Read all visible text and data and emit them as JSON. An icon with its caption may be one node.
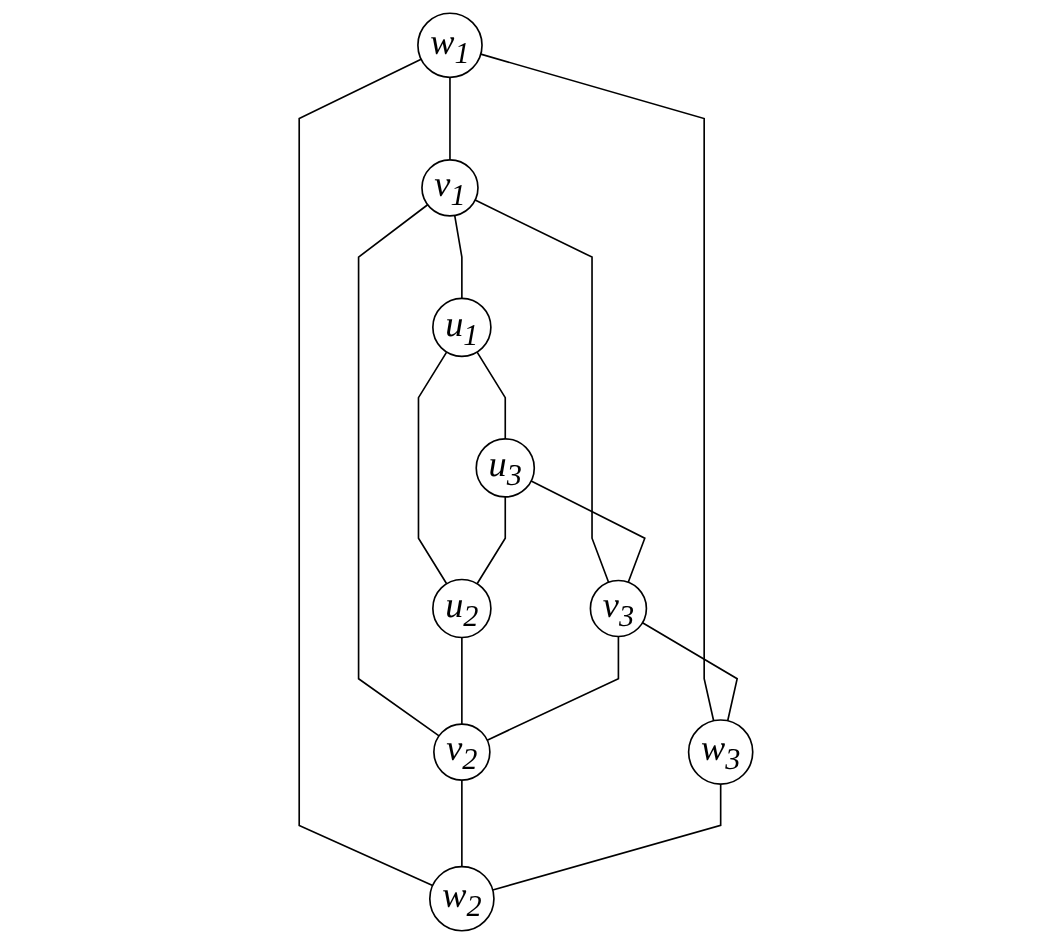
{
  "diagram": {
    "nodes": [
      {
        "text": [
          "w$_{1}$"
        ]
      },
      {
        "text": [
          "v$_{1}$"
        ]
      },
      {
        "text": [
          "u$_{1}$"
        ]
      },
      {
        "text": [
          "u$_{3}$"
        ]
      },
      {
        "text": [
          "u$_{2}$"
        ]
      },
      {
        "text": [
          "v$_{3}$"
        ]
      },
      {
        "text": [
          "v$_{2}$"
        ]
      },
      {
        "text": [
          "w$_{3}$"
        ]
      },
      {
        "text": [
          "w$_{2}$"
        ]
      }
    ],
    "edges": [
      {
        "from": 0,
        "to": 1,
        "arrow": "none"
      },
      {
        "from": 0,
        "to": 7,
        "arrow": "none"
      },
      {
        "from": 0,
        "to": 8,
        "arrow": "none"
      },
      {
        "from": 1,
        "to": 2,
        "arrow": "none"
      },
      {
        "from": 1,
        "to": 5,
        "arrow": "none"
      },
      {
        "from": 1,
        "to": 6,
        "arrow": "none"
      },
      {
        "from": 2,
        "to": 3,
        "arrow": "none"
      },
      {
        "from": 2,
        "to": 4,
        "arrow": "none"
      },
      {
        "from": 3,
        "to": 4,
        "arrow": "none"
      },
      {
        "from": 3,
        "to": 5,
        "arrow": "none"
      },
      {
        "from": 4,
        "to": 6,
        "arrow": "none"
      },
      {
        "from": 5,
        "to": 6,
        "arrow": "none"
      },
      {
        "from": 5,
        "to": 7,
        "arrow": "none"
      },
      {
        "from": 6,
        "to": 8,
        "arrow": "none"
      },
      {
        "from": 7,
        "to": 8,
        "arrow": "none"
      }
    ]
  }
}
